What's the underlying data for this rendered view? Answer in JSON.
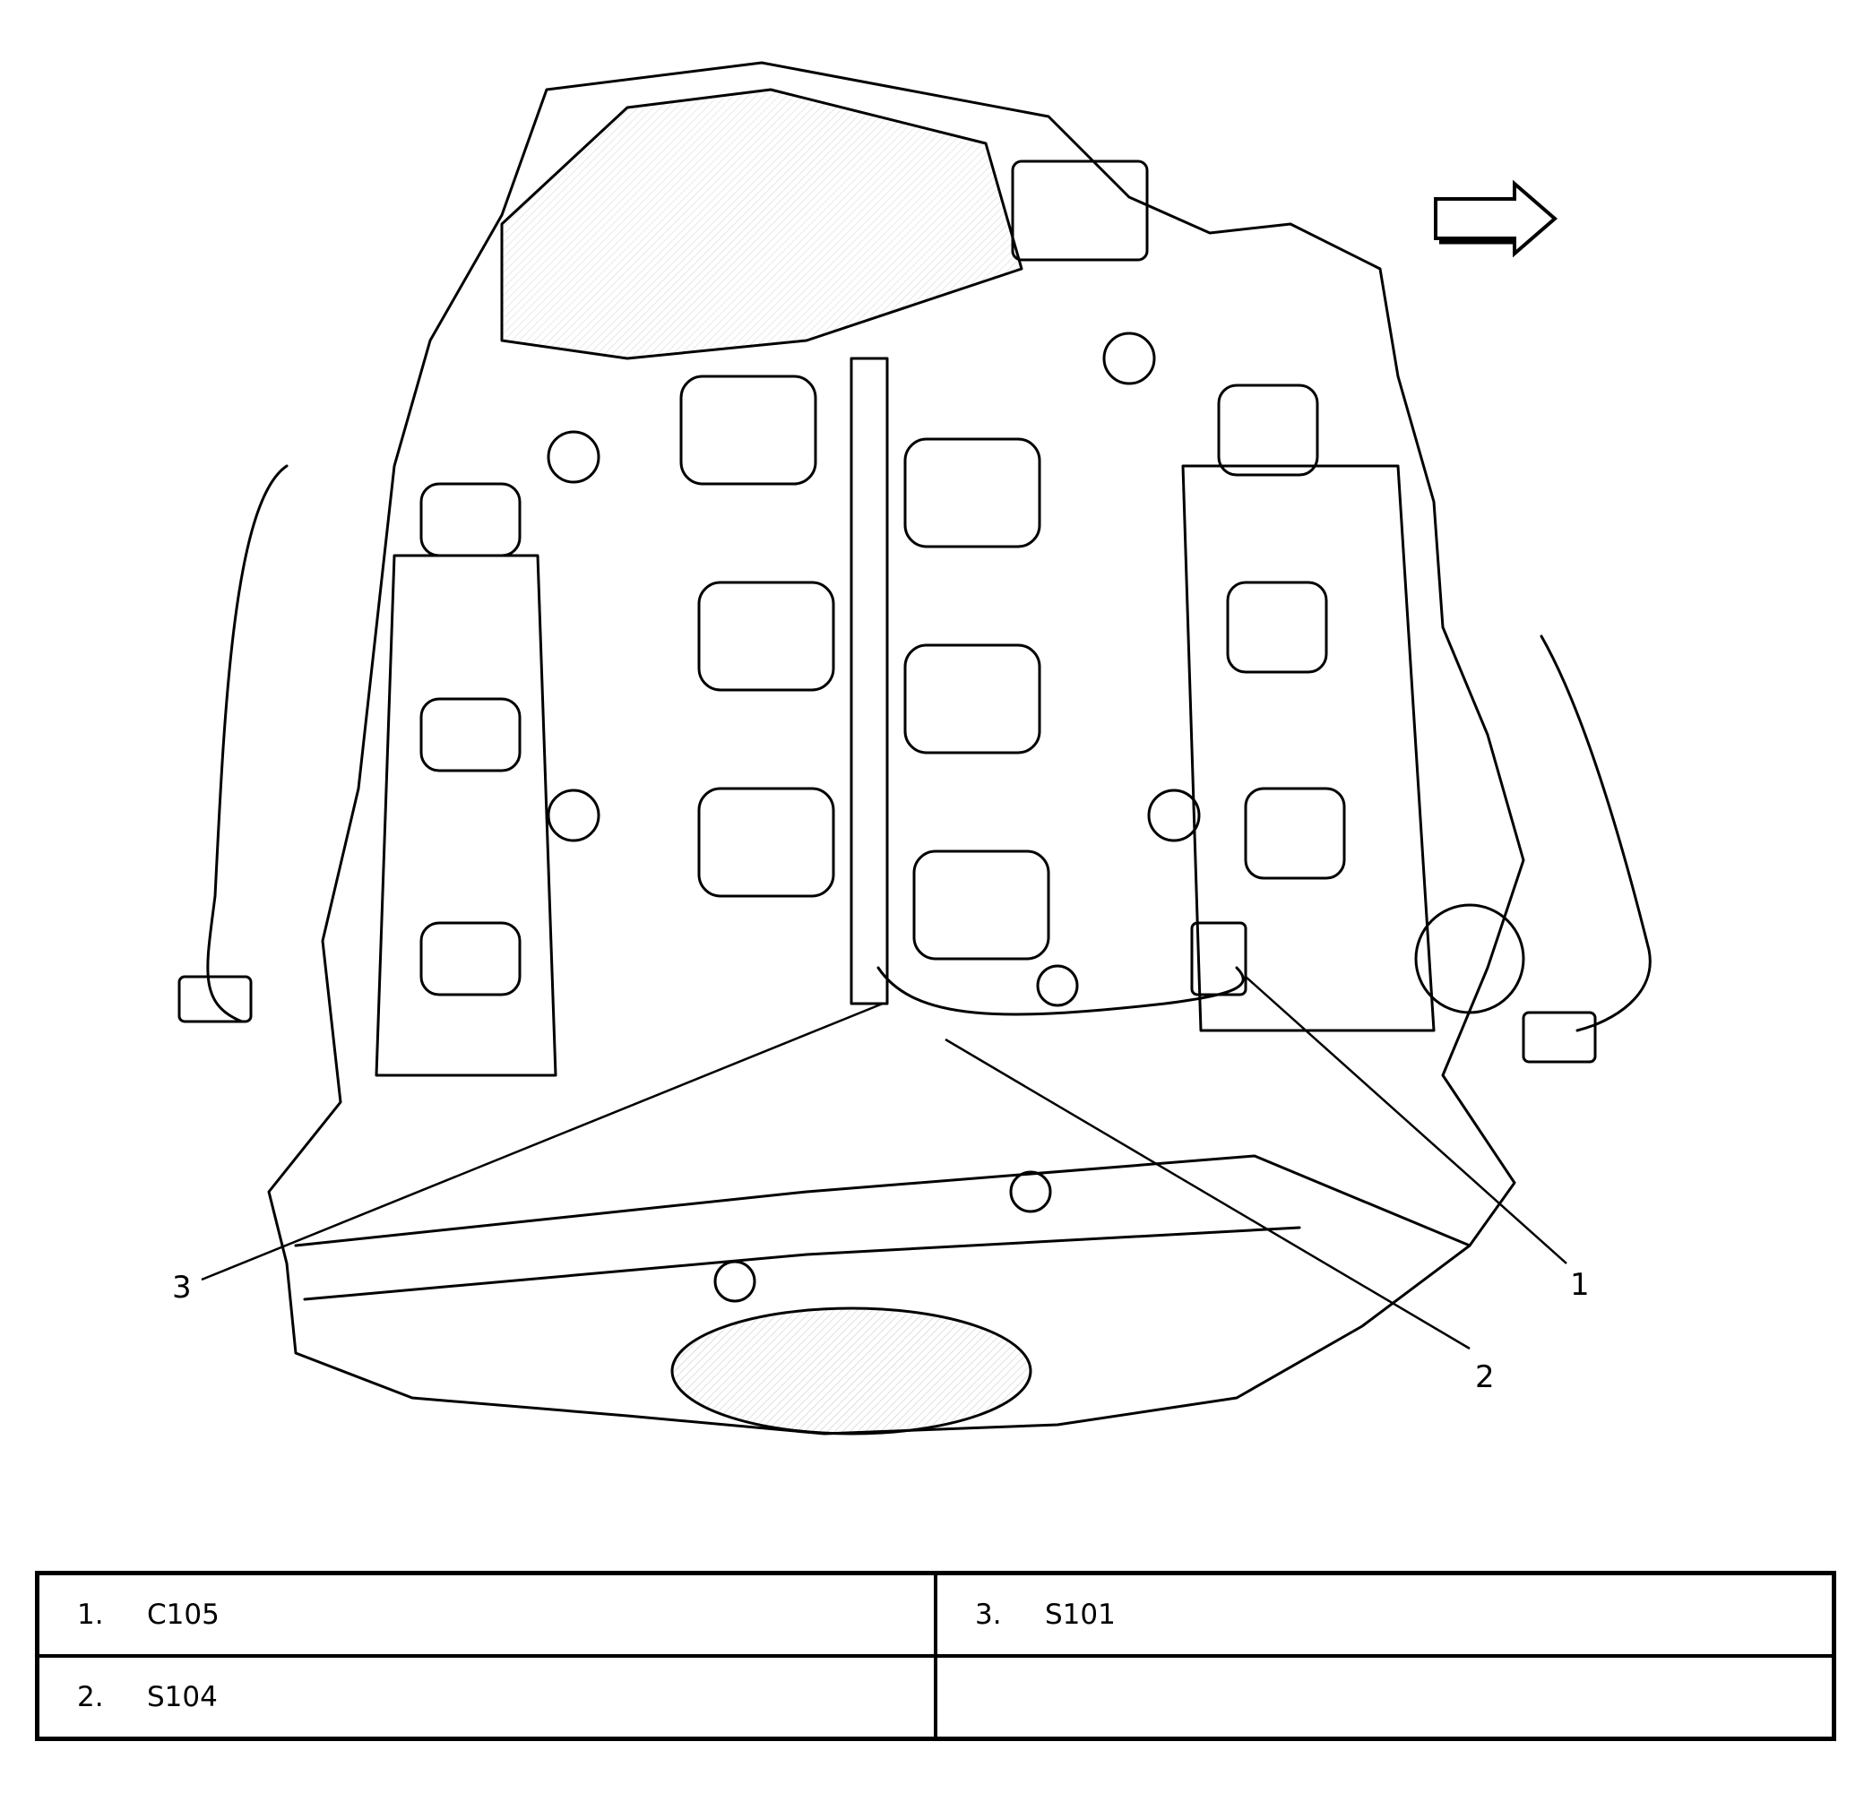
{
  "callouts": [
    {
      "number": "1",
      "code": "C105"
    },
    {
      "number": "2",
      "code": "S104"
    },
    {
      "number": "3",
      "code": "S101"
    }
  ],
  "legend": {
    "rows": [
      [
        {
          "num": "1.",
          "code": "C105"
        },
        {
          "num": "3.",
          "code": "S101"
        }
      ],
      [
        {
          "num": "2.",
          "code": "S104"
        },
        {
          "num": "",
          "code": ""
        }
      ]
    ]
  },
  "icons": {
    "direction": "right-arrow-icon"
  }
}
